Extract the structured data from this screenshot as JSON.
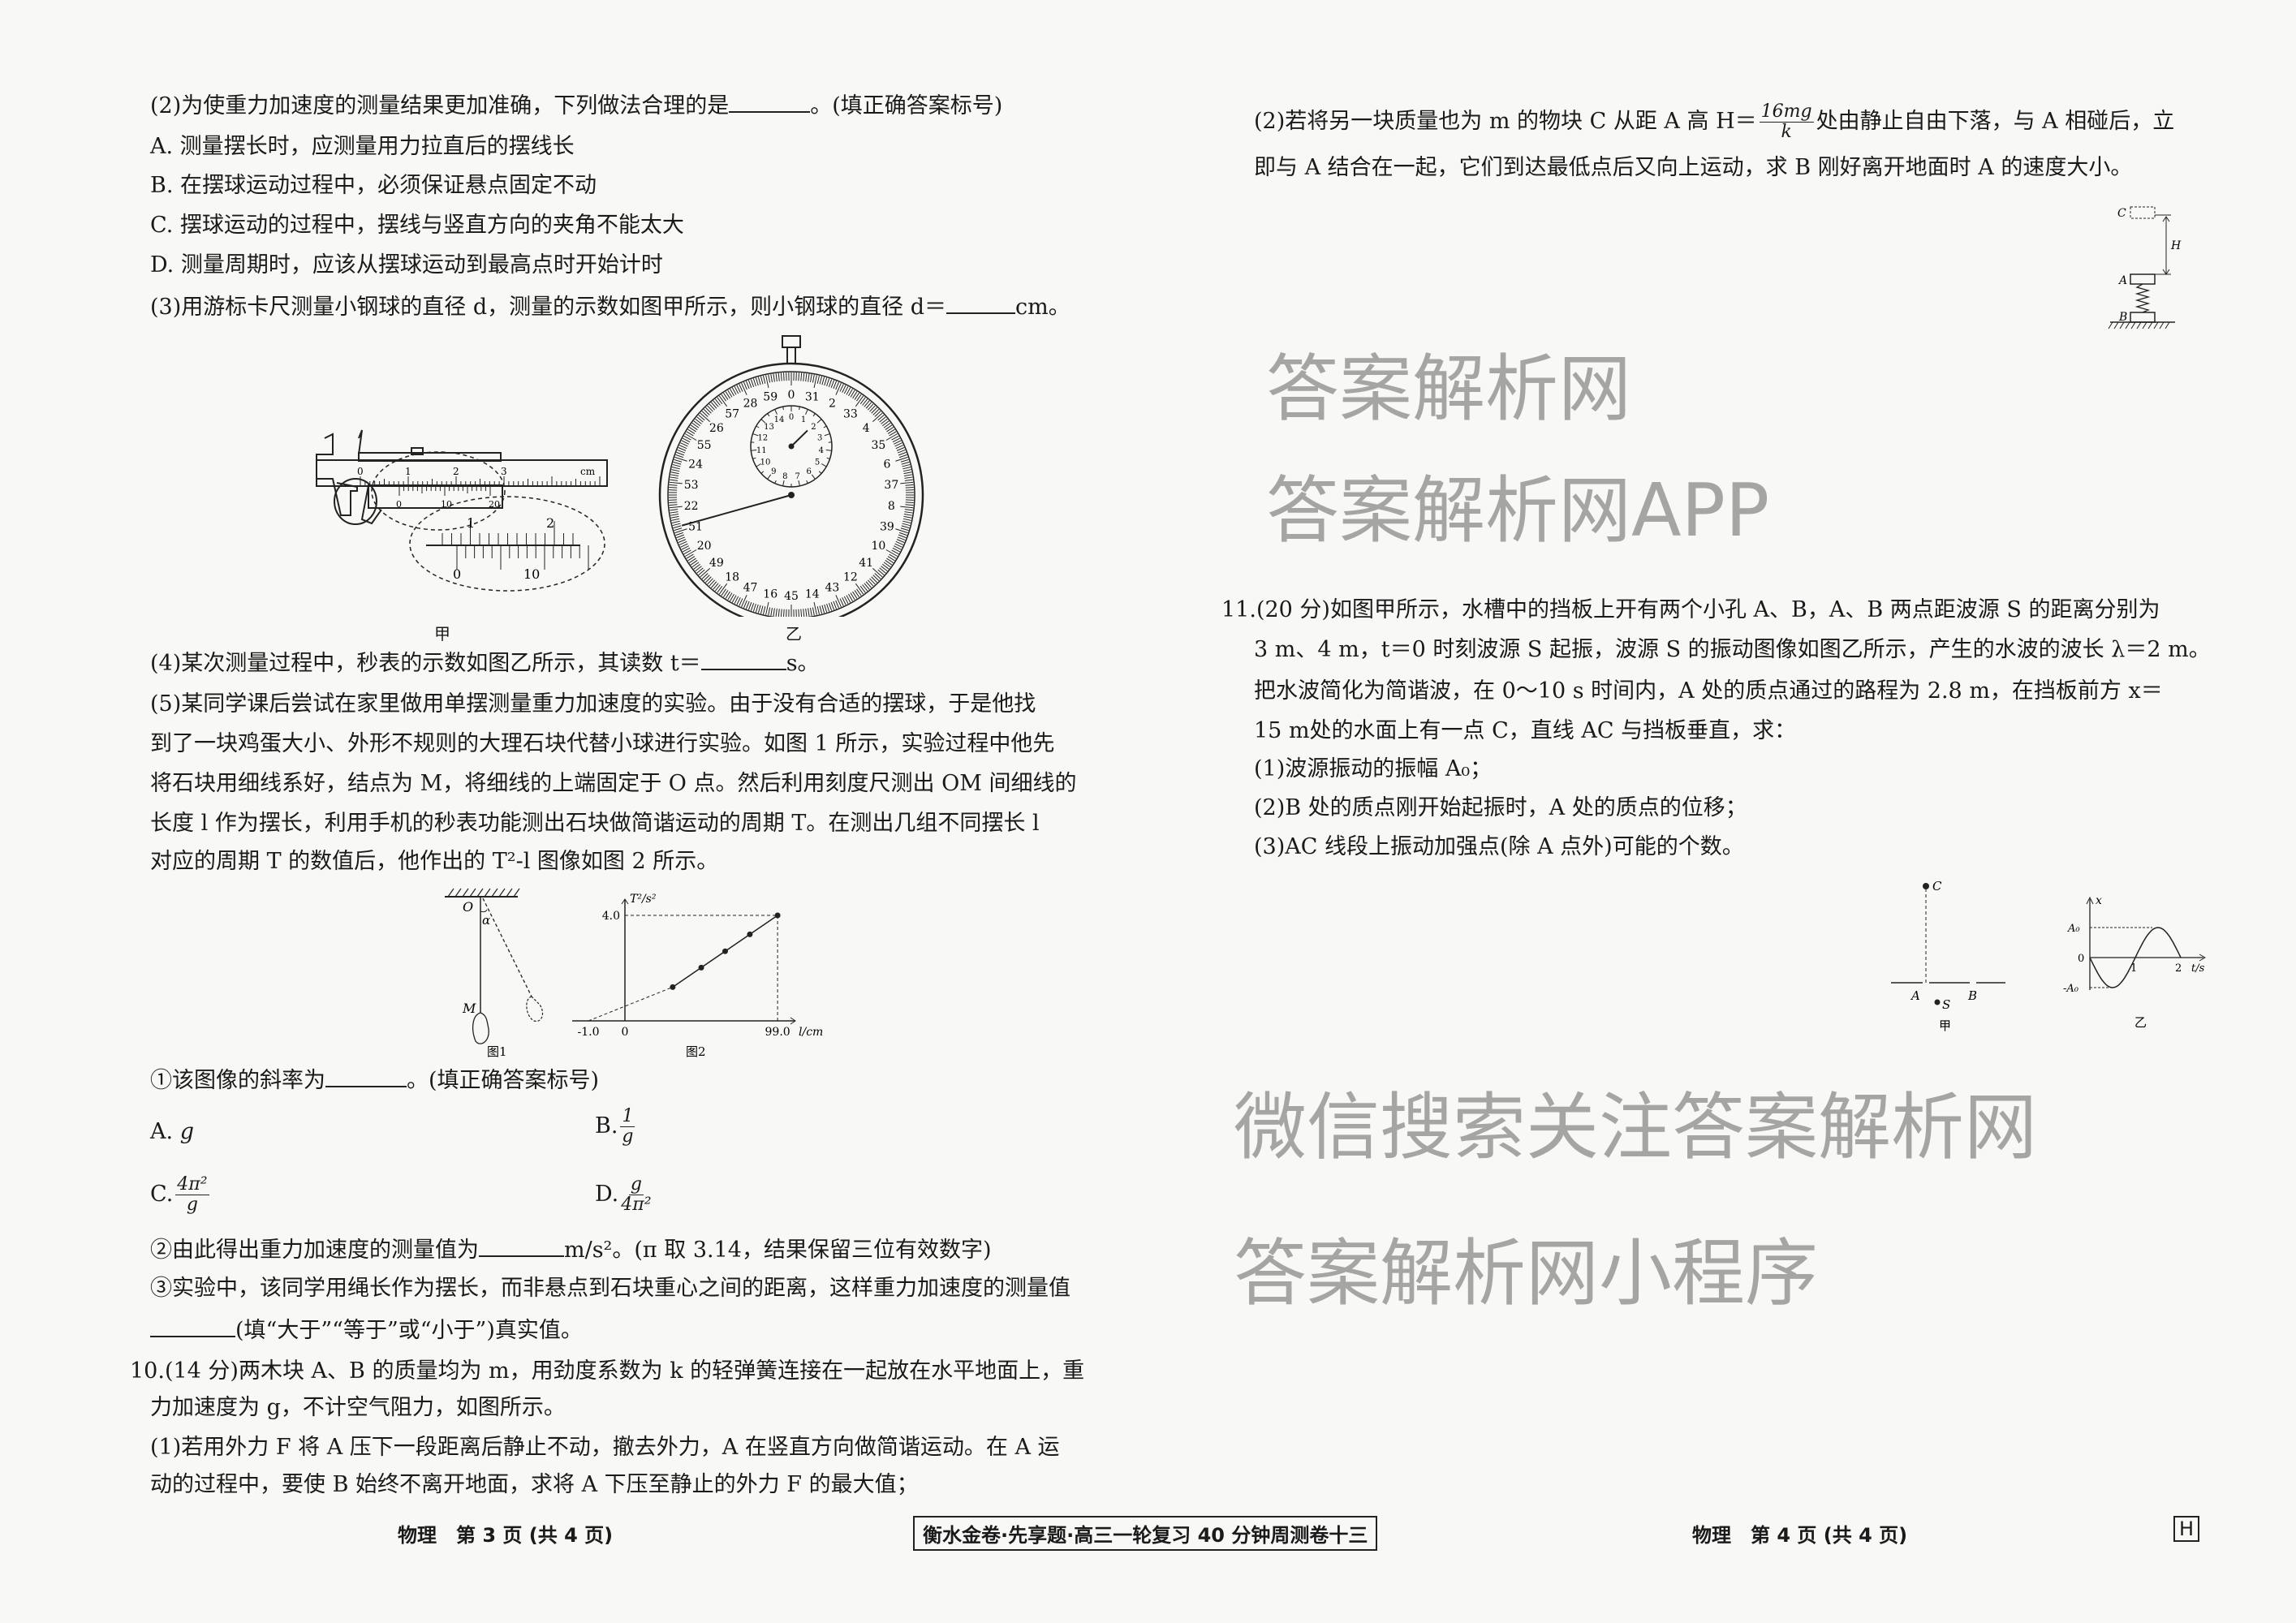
{
  "left": {
    "q2": {
      "stem_pre": "(2)为使重力加速度的测量结果更加准确，下列做法合理的是",
      "stem_post": "。(填正确答案标号)",
      "options": [
        "A. 测量摆长时，应测量用力拉直后的摆线长",
        "B. 在摆球运动过程中，必须保证悬点固定不动",
        "C. 摆球运动的过程中，摆线与竖直方向的夹角不能太大",
        "D. 测量周期时，应该从摆球运动到最高点时开始计时"
      ]
    },
    "q3": {
      "pre": "(3)用游标卡尺测量小钢球的直径 d，测量的示数如图甲所示，则小钢球的直径 d＝",
      "post": "cm。"
    },
    "fig_caliper": {
      "caption": "甲",
      "main_scale_labels": [
        "0",
        "1",
        "2",
        "3"
      ],
      "unit": "cm",
      "vernier_labels": [
        "0",
        "10",
        "20"
      ],
      "zoom_main_labels": [
        "1",
        "2"
      ],
      "zoom_vernier_labels": [
        "0",
        "10"
      ]
    },
    "fig_stopwatch": {
      "caption": "乙",
      "outer_labels": [
        "0",
        "31",
        "2",
        "33",
        "4",
        "35",
        "6",
        "37",
        "8",
        "39",
        "10",
        "41",
        "12",
        "43",
        "14",
        "45",
        "16",
        "47",
        "18",
        "49",
        "20",
        "51",
        "22",
        "53",
        "24",
        "55",
        "26",
        "57",
        "28",
        "59"
      ],
      "inner_labels": [
        "0",
        "1",
        "2",
        "3",
        "4",
        "5",
        "6",
        "7",
        "8",
        "9",
        "10",
        "11",
        "12",
        "13",
        "14"
      ],
      "minute_hand_reading": 1.9,
      "second_hand_reading": 51.2
    },
    "q4": {
      "pre": "(4)某次测量过程中，秒表的示数如图乙所示，其读数 t＝",
      "post": "s。"
    },
    "q5": [
      "(5)某同学课后尝试在家里做用单摆测量重力加速度的实验。由于没有合适的摆球，于是他找",
      "到了一块鸡蛋大小、外形不规则的大理石块代替小球进行实验。如图 1 所示，实验过程中他先",
      "将石块用细线系好，结点为 M，将细线的上端固定于 O 点。然后利用刻度尺测出 OM 间细线的",
      "长度 l 作为摆长，利用手机的秒表功能测出石块做简谐运动的周期 T。在测出几组不同摆长 l",
      "对应的周期 T 的数值后，他作出的 T²‑l 图像如图 2 所示。"
    ],
    "fig1": {
      "caption": "图1",
      "label_O": "O",
      "label_alpha": "α",
      "label_M": "M"
    },
    "chart_data": {
      "type": "scatter",
      "title": "图2",
      "xlabel": "l/cm",
      "ylabel": "T²/s²",
      "x_ticks": [
        "-1.0",
        "0",
        "99.0"
      ],
      "y_ticks": [
        "4.0"
      ],
      "xlim": [
        -1.0,
        99.0
      ],
      "ylim": [
        0,
        4.0
      ],
      "points": [
        {
          "x": 31,
          "y": 1.28
        },
        {
          "x": 49.5,
          "y": 2.02
        },
        {
          "x": 65,
          "y": 2.64
        },
        {
          "x": 81,
          "y": 3.28
        },
        {
          "x": 99.0,
          "y": 4.0
        }
      ],
      "fit_line": [
        {
          "x": -1.0,
          "y": 0
        },
        {
          "x": 99.0,
          "y": 4.0
        }
      ]
    },
    "sub1": {
      "pre": "①该图像的斜率为",
      "post": "。(填正确答案标号)"
    },
    "sub1_options": {
      "A": {
        "label": "A.",
        "expr": "g"
      },
      "B": {
        "label": "B.",
        "num": "1",
        "den": "g"
      },
      "C": {
        "label": "C.",
        "num": "4π²",
        "den": "g"
      },
      "D": {
        "label": "D.",
        "num": "g",
        "den": "4π²"
      }
    },
    "sub2": {
      "pre": "②由此得出重力加速度的测量值为",
      "post": "m/s²。(π 取 3.14，结果保留三位有效数字)"
    },
    "sub3": {
      "line1": "③实验中，该同学用绳长作为摆长，而非悬点到石块重心之间的距离，这样重力加速度的测量值",
      "line2": "(填“大于”“等于”或“小于”)真实值。"
    },
    "q10": [
      "10.(14 分)两木块 A、B 的质量均为 m，用劲度系数为 k 的轻弹簧连接在一起放在水平地面上，重",
      "力加速度为 g，不计空气阻力，如图所示。",
      "(1)若用外力 F 将 A 压下一段距离后静止不动，撤去外力，A 在竖直方向做简谐运动。在 A 运",
      "动的过程中，要使 B 始终不离开地面，求将 A 下压至静止的外力 F 的最大值；"
    ]
  },
  "right": {
    "q10_2": {
      "pre": "(2)若将另一块质量也为 m 的物块 C 从距 A 高 H＝",
      "num": "16mg",
      "den": "k",
      "post": "处由静止自由下落，与 A 相碰后，立",
      "line2": "即与 A 结合在一起，它们到达最低点后又向上运动，求 B 刚好离开地面时 A 的速度大小。"
    },
    "fig_spring": {
      "label_C": "C",
      "label_H": "H",
      "label_A": "A",
      "label_B": "B"
    },
    "q11": [
      "11.(20 分)如图甲所示，水槽中的挡板上开有两个小孔 A、B，A、B 两点距波源 S 的距离分别为",
      "3 m、4 m，t＝0 时刻波源 S 起振，波源 S 的振动图像如图乙所示，产生的水波的波长 λ＝2 m。",
      "把水波简化为简谐波，在 0～10 s 时间内，A 处的质点通过的路程为 2.8 m，在挡板前方 x＝",
      "15 m处的水面上有一点 C，直线 AC 与挡板垂直，求：",
      "(1)波源振动的振幅 A₀；",
      "(2)B 处的质点刚开始起振时，A 处的质点的位移；",
      "(3)AC 线段上振动加强点(除 A 点外)可能的个数。"
    ],
    "fig_jia": {
      "caption": "甲",
      "label_C": "C",
      "label_A": "A",
      "label_B": "B",
      "label_S": "S"
    },
    "fig_yi": {
      "caption": "乙",
      "y_label": "x",
      "x_label": "t/s",
      "y_ticks": [
        "A₀",
        "0",
        "-A₀"
      ],
      "x_ticks": [
        "1",
        "2"
      ]
    }
  },
  "footer": {
    "left": "物理　第 3 页 (共 4 页)",
    "center": "衡水金卷·先享题·高三一轮复习 40 分钟周测卷十三",
    "right": "物理　第 4 页 (共 4 页)",
    "mark": "H"
  },
  "watermarks": [
    "答案解析网",
    "答案解析网APP",
    "微信搜索关注答案解析网",
    "答案解析网小程序"
  ]
}
